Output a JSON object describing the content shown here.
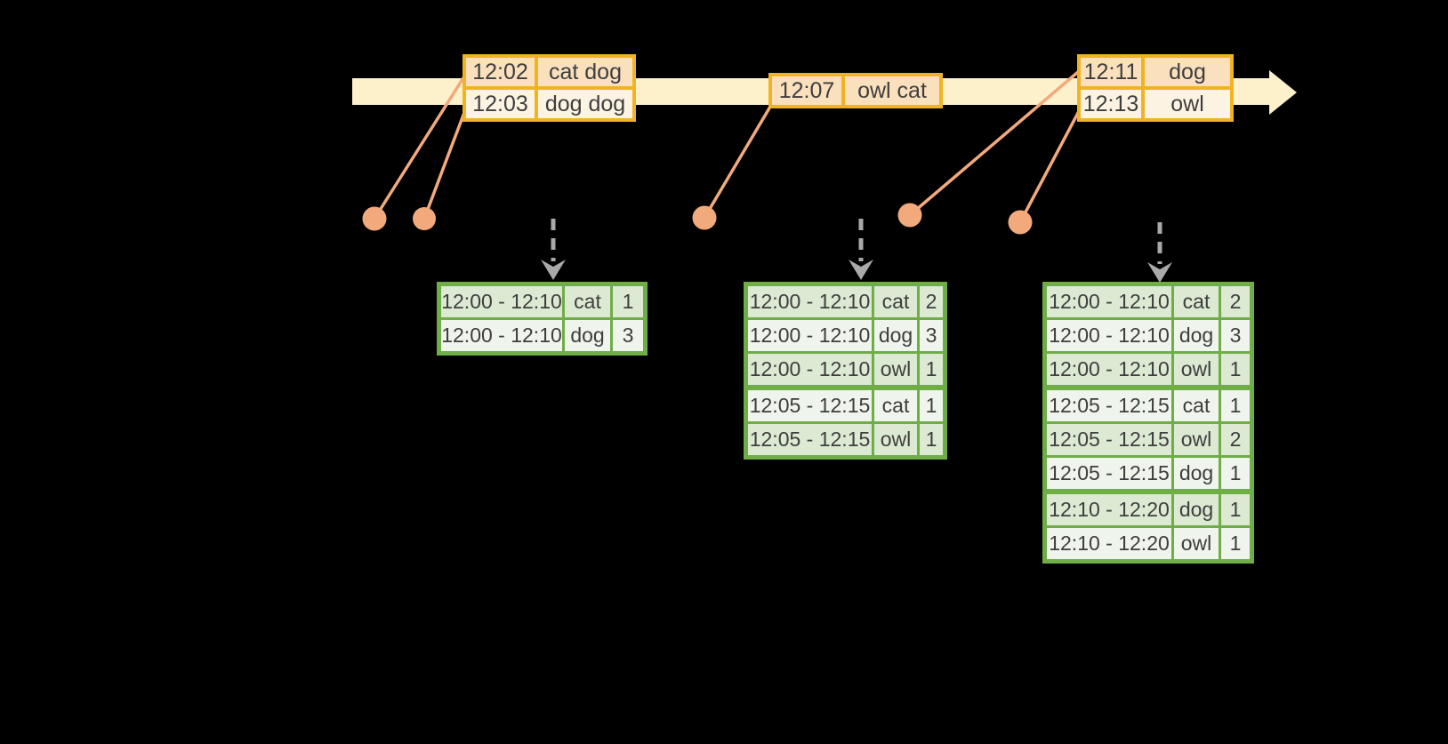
{
  "colors": {
    "background": "#000000",
    "timeline_fill": "#FCF1CB",
    "event_border": "#F0B323",
    "event_row_dark": "#FAE0BD",
    "event_row_light": "#FDF3E3",
    "dot": "#F2AA7C",
    "trigger_arrow": "#A9A9A9",
    "result_border": "#6FAD47",
    "result_row_dark": "#DCE9D3",
    "result_row_light": "#EFF4EC",
    "text": "#3E3E3E"
  },
  "event_tables": [
    {
      "rows": [
        {
          "time": "12:02",
          "value": "cat dog"
        },
        {
          "time": "12:03",
          "value": "dog dog"
        }
      ]
    },
    {
      "rows": [
        {
          "time": "12:07",
          "value": "owl cat"
        }
      ]
    },
    {
      "rows": [
        {
          "time": "12:11",
          "value": "dog"
        },
        {
          "time": "12:13",
          "value": "owl"
        }
      ]
    }
  ],
  "result_tables": [
    {
      "rows": [
        {
          "window": "12:00 - 12:10",
          "key": "cat",
          "count": "1"
        },
        {
          "window": "12:00 - 12:10",
          "key": "dog",
          "count": "3"
        }
      ]
    },
    {
      "rows": [
        {
          "window": "12:00 - 12:10",
          "key": "cat",
          "count": "2"
        },
        {
          "window": "12:00 - 12:10",
          "key": "dog",
          "count": "3"
        },
        {
          "window": "12:00 - 12:10",
          "key": "owl",
          "count": "1"
        },
        {
          "window": "12:05 - 12:15",
          "key": "cat",
          "count": "1"
        },
        {
          "window": "12:05 - 12:15",
          "key": "owl",
          "count": "1"
        }
      ]
    },
    {
      "rows": [
        {
          "window": "12:00 - 12:10",
          "key": "cat",
          "count": "2"
        },
        {
          "window": "12:00 - 12:10",
          "key": "dog",
          "count": "3"
        },
        {
          "window": "12:00 - 12:10",
          "key": "owl",
          "count": "1"
        },
        {
          "window": "12:05 - 12:15",
          "key": "cat",
          "count": "1"
        },
        {
          "window": "12:05 - 12:15",
          "key": "owl",
          "count": "2"
        },
        {
          "window": "12:05 - 12:15",
          "key": "dog",
          "count": "1"
        },
        {
          "window": "12:10 - 12:20",
          "key": "dog",
          "count": "1"
        },
        {
          "window": "12:10 - 12:20",
          "key": "owl",
          "count": "1"
        }
      ]
    }
  ]
}
